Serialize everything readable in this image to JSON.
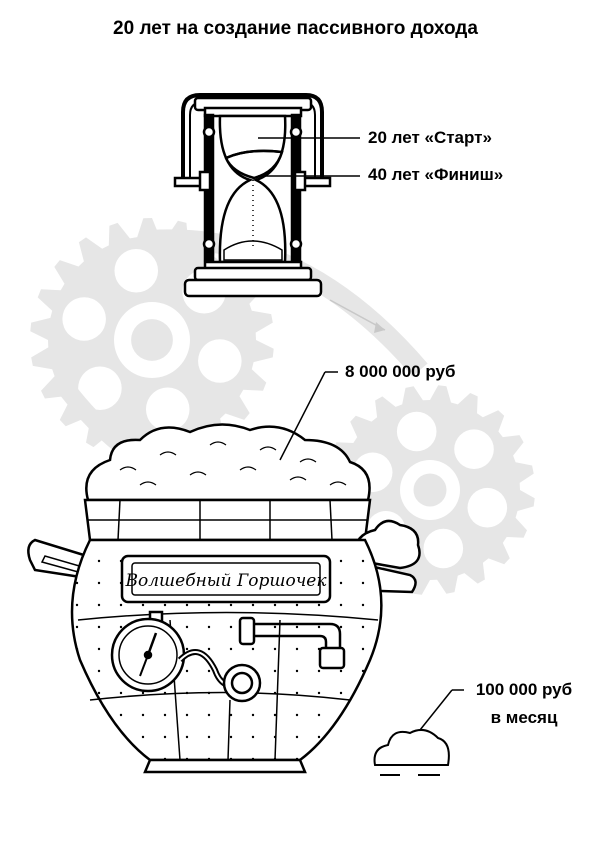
{
  "title": "20 лет на создание пассивного дохода",
  "hourglass": {
    "start_label": "20 лет «Старт»",
    "finish_label": "40 лет «Финиш»"
  },
  "pot": {
    "sign_text": "Волшебный Горшочек",
    "capital_label": "8 000 000 руб"
  },
  "income": {
    "amount_label": "100 000 руб",
    "period_label": "в месяц"
  },
  "colors": {
    "gear_gray": "#e6e6e6",
    "line": "#000000",
    "background": "#ffffff"
  },
  "icons": [
    "hourglass-icon",
    "gear-icon",
    "chain-icon",
    "pot-icon",
    "pressure-gauge-icon",
    "coin-pile-icon"
  ]
}
